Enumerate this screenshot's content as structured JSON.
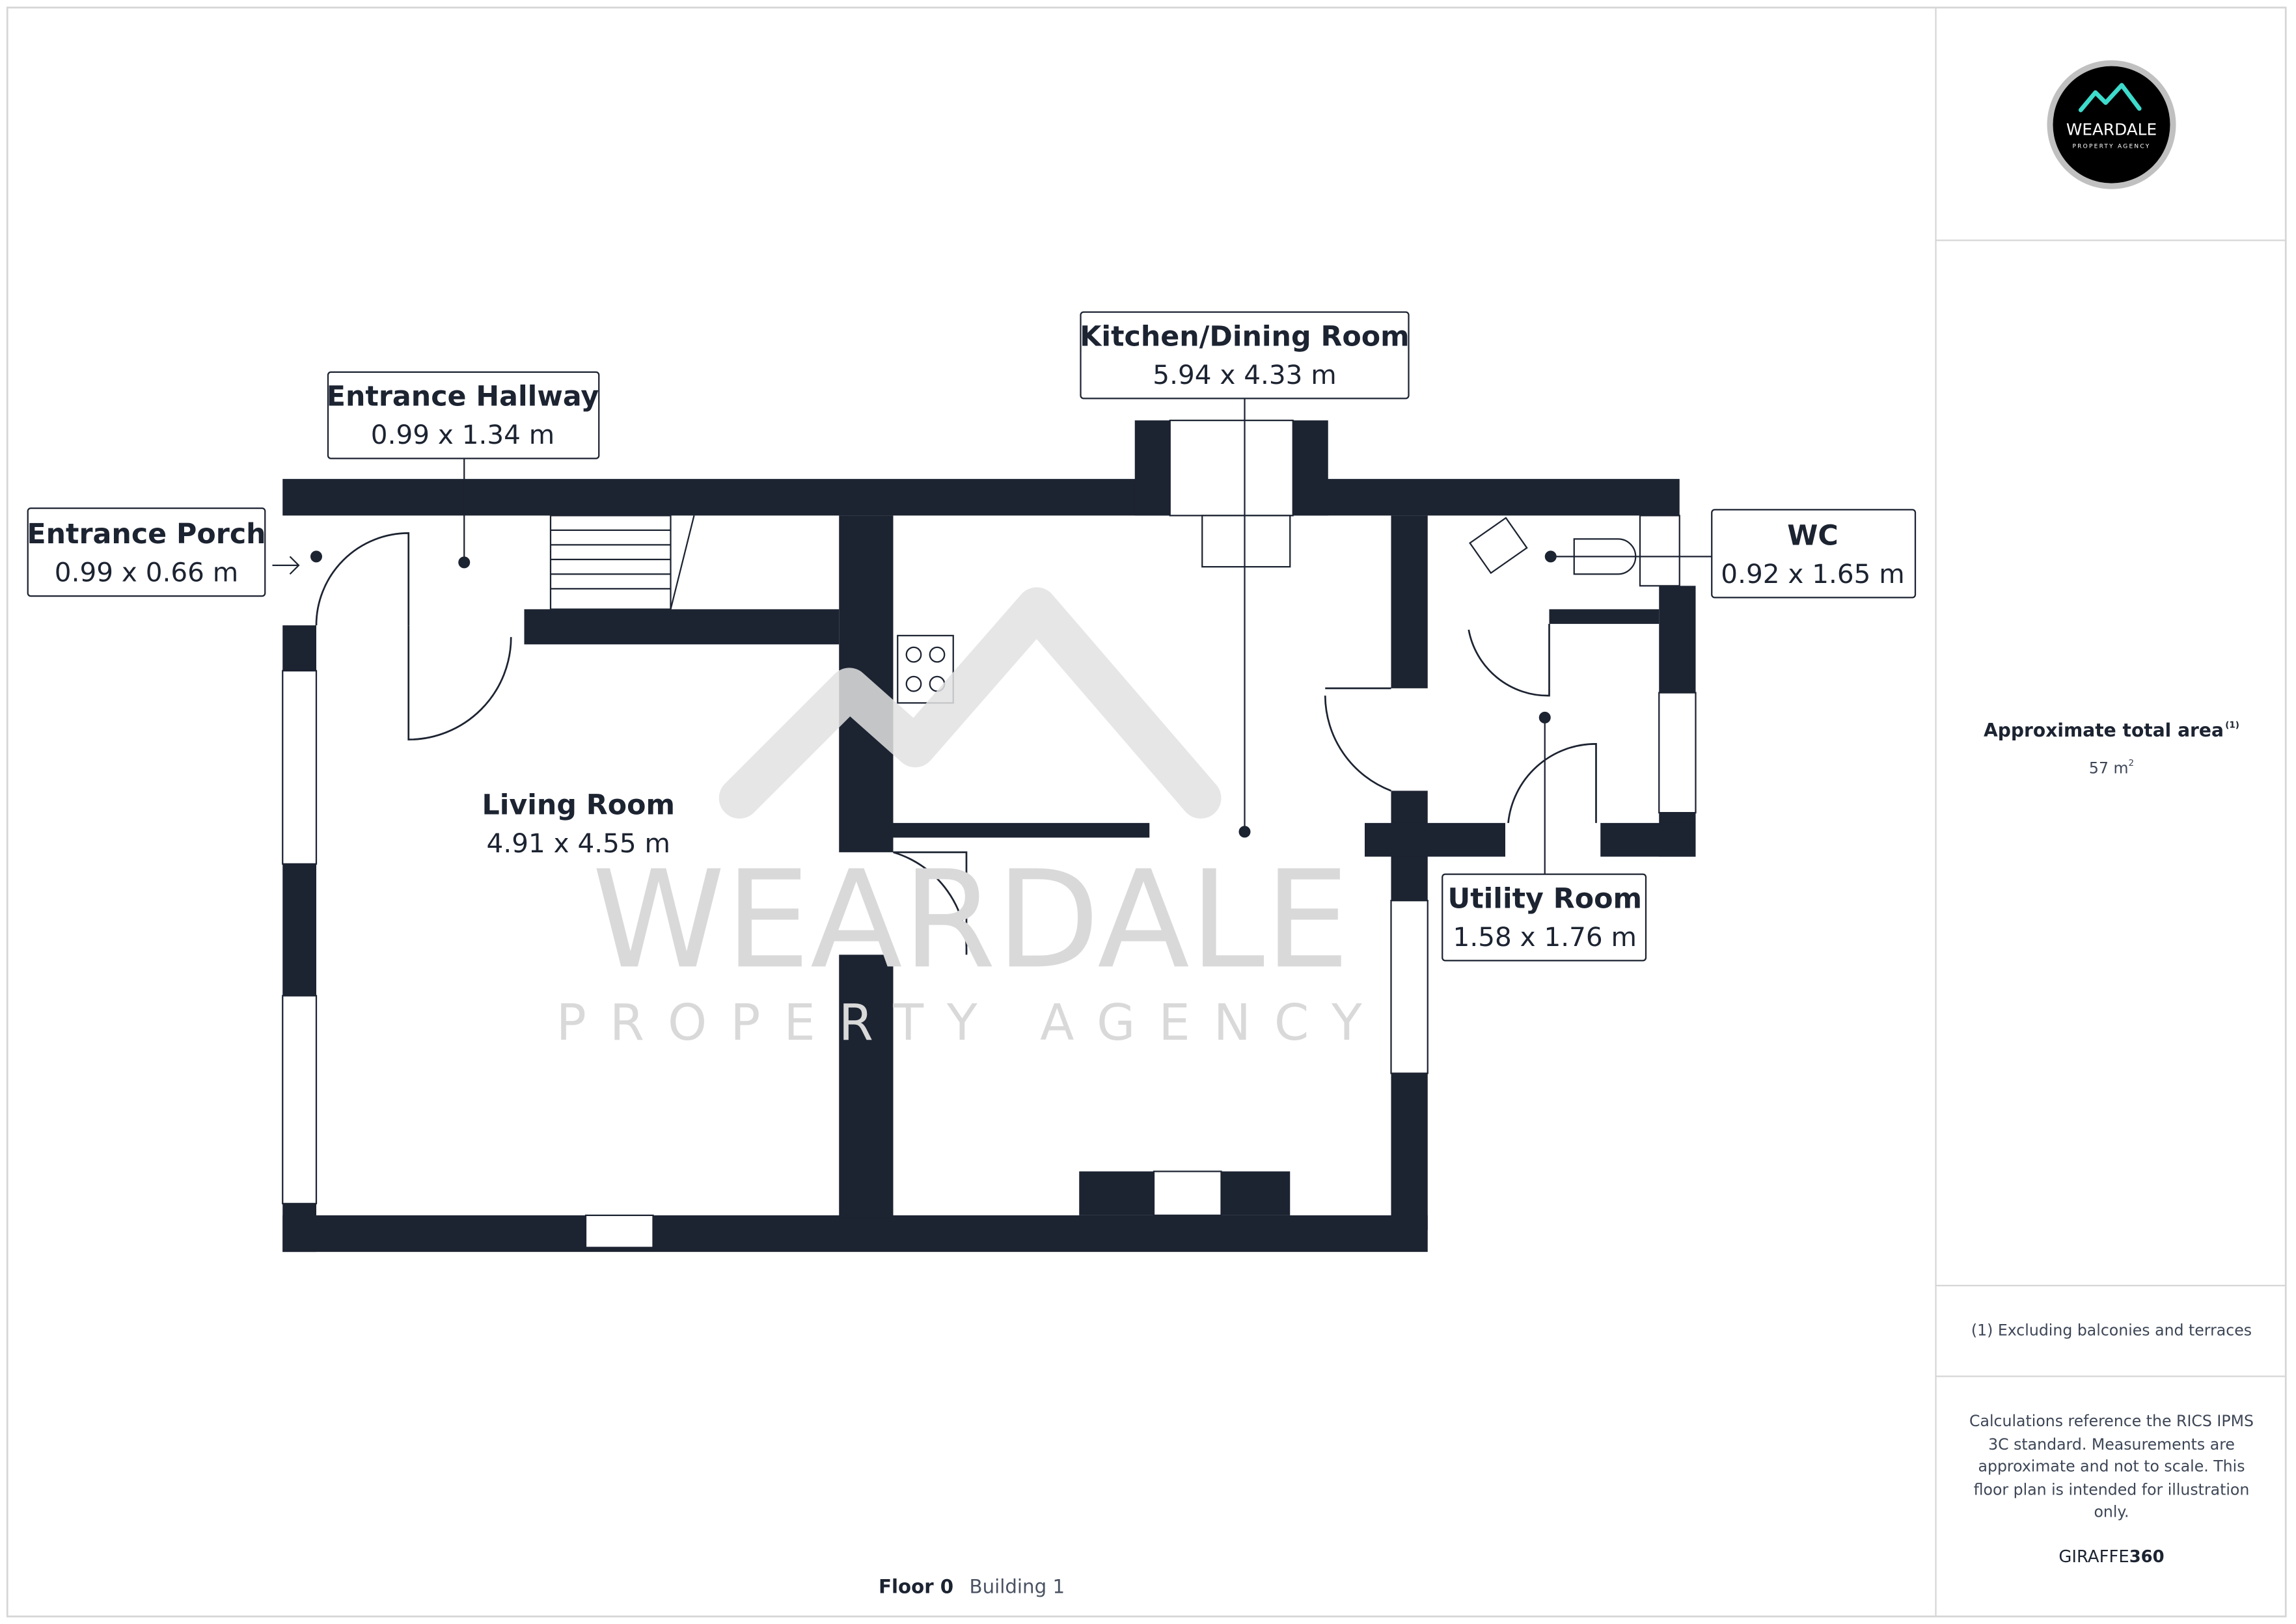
{
  "brand": {
    "name": "WEARDALE",
    "tagline": "PROPERTY AGENCY",
    "accent": "#3ddbcc"
  },
  "rooms": [
    {
      "name": "Entrance Porch",
      "size": "0.99 x 0.66 m"
    },
    {
      "name": "Entrance Hallway",
      "size": "0.99 x 1.34 m"
    },
    {
      "name": "Kitchen/Dining Room",
      "size": "5.94 x 4.33 m"
    },
    {
      "name": "WC",
      "size": "0.92 x 1.65 m"
    },
    {
      "name": "Utility Room",
      "size": "1.58 x 1.76 m"
    },
    {
      "name": "Living Room",
      "size": "4.91 x 4.55 m"
    }
  ],
  "area": {
    "label": "Approximate total area",
    "note_marker": "(1)",
    "value": "57 m",
    "unit_sup": "2"
  },
  "footnote": "(1) Excluding balconies and terraces",
  "disclaimer": [
    "Calculations reference the RICS IPMS",
    "3C standard. Measurements are",
    "approximate and not to scale. This",
    "floor plan is intended for illustration",
    "only."
  ],
  "credit": {
    "part1": "GIRAFFE",
    "part2": "360"
  },
  "floor": {
    "label": "Floor 0",
    "building": "Building 1"
  }
}
